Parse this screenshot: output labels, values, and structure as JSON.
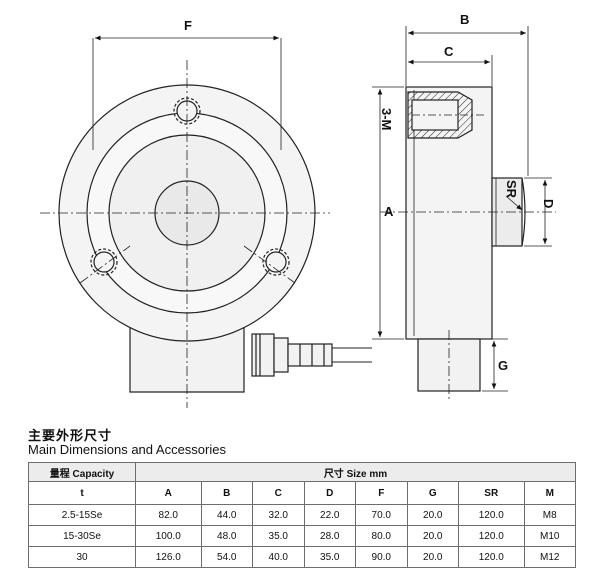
{
  "drawing": {
    "labels": {
      "F": "F",
      "B": "B",
      "C": "C",
      "A": "A",
      "D": "D",
      "G": "G",
      "SR": "SR",
      "thread": "3-M"
    }
  },
  "headings": {
    "cn": "主要外形尺寸",
    "en": "Main Dimensions and Accessories"
  },
  "table": {
    "capacity_cn": "量程",
    "capacity_en": "Capacity",
    "size_cn": "尺寸",
    "size_en": "Size mm",
    "columns": [
      "t",
      "A",
      "B",
      "C",
      "D",
      "F",
      "G",
      "SR",
      "M"
    ],
    "rows": [
      [
        "2.5-15Se",
        "82.0",
        "44.0",
        "32.0",
        "22.0",
        "70.0",
        "20.0",
        "120.0",
        "M8"
      ],
      [
        "15-30Se",
        "100.0",
        "48.0",
        "35.0",
        "28.0",
        "80.0",
        "20.0",
        "120.0",
        "M10"
      ],
      [
        "30",
        "126.0",
        "54.0",
        "40.0",
        "35.0",
        "90.0",
        "20.0",
        "120.0",
        "M12"
      ]
    ]
  }
}
